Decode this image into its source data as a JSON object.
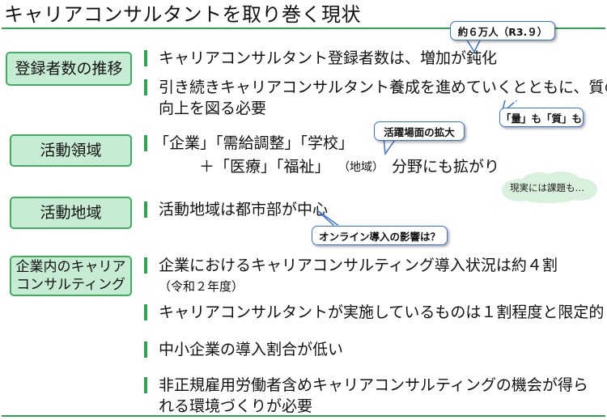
{
  "title": "キャリアコンサルタントを取り巻く現状",
  "sections": [
    {
      "label": "登録者数の推移",
      "lines": [
        "キャリアコンサルタント登録者数は、増加が鈍化",
        "引き続きキャリアコンサルタント養成を進めていくとともに、質の",
        "向上を図る必要"
      ]
    },
    {
      "label": "活動領域",
      "lines": [
        "「企業」「需給調整」「学校」",
        "＋「医療」「福祉」",
        "（地域）",
        "分野にも拡がり"
      ]
    },
    {
      "label": "活動地域",
      "lines": [
        "活動地域は都市部が中心"
      ]
    },
    {
      "label": "企業内のキャリア\nコンサルティング",
      "lines": [
        "企業におけるキャリアコンサルティング導入状況は約４割",
        "（令和２年度）",
        "キャリアコンサルタントが実施しているものは１割程度と限定的",
        "中小企業の導入割合が低い",
        "非正規雇用労働者含めキャリアコンサルティングの機会が得ら",
        "れる環境づくりが必要"
      ]
    }
  ],
  "callouts": {
    "registrants": "約６万人（R3.９）",
    "quantity_quality": "「量」も「質」も",
    "expansion": "活躍場面の拡大",
    "online": "オンライン導入の影響は？",
    "reality": "現実には課題も…"
  },
  "colors": {
    "accent": "#2ea44f",
    "pill_fill": "#c6ecd3",
    "bubble_border": "#3a74d8",
    "cloud_fill": "#d9f0dc"
  }
}
